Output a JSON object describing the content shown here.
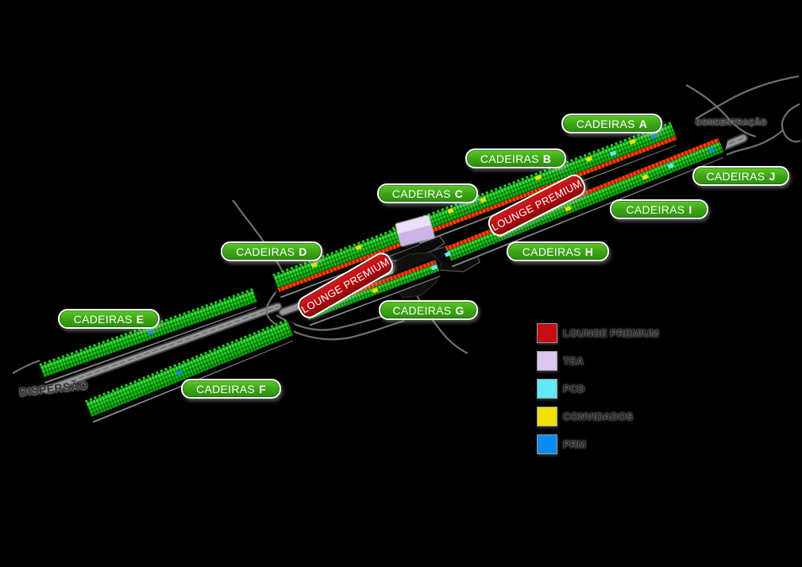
{
  "map": {
    "sections": [
      {
        "prefix": "CADEIRAS",
        "letter": "A"
      },
      {
        "prefix": "CADEIRAS",
        "letter": "B"
      },
      {
        "prefix": "CADEIRAS",
        "letter": "C"
      },
      {
        "prefix": "CADEIRAS",
        "letter": "D"
      },
      {
        "prefix": "CADEIRAS",
        "letter": "E"
      },
      {
        "prefix": "CADEIRAS",
        "letter": "F"
      },
      {
        "prefix": "CADEIRAS",
        "letter": "G"
      },
      {
        "prefix": "CADEIRAS",
        "letter": "H"
      },
      {
        "prefix": "CADEIRAS",
        "letter": "I"
      },
      {
        "prefix": "CADEIRAS",
        "letter": "J"
      }
    ],
    "lounge_premium": [
      {
        "label": "LOUNGE PREMIUM"
      },
      {
        "label": "LOUNGE PREMIUM"
      }
    ],
    "zones": {
      "concentracao": "CONCENTRAÇÃO",
      "dispersao": "DISPERSÃO"
    }
  },
  "legend": {
    "items": [
      {
        "label": "LOUNGE PREMIUM",
        "color": "#c50d15"
      },
      {
        "label": "TEA",
        "color": "#dcc6f2"
      },
      {
        "label": "PCD",
        "color": "#5fe9f5"
      },
      {
        "label": "CONVIDADOS",
        "color": "#efe006"
      },
      {
        "label": "PRM",
        "color": "#0a8bf0"
      }
    ]
  },
  "palette": {
    "background": "#000000",
    "seats_green": "#19cd1c",
    "lounge_row_red": "#d92b00",
    "section_pill_green": "#3ba315",
    "lounge_pill_red": "#b80f16",
    "road_gray": "#8c8c8c"
  }
}
